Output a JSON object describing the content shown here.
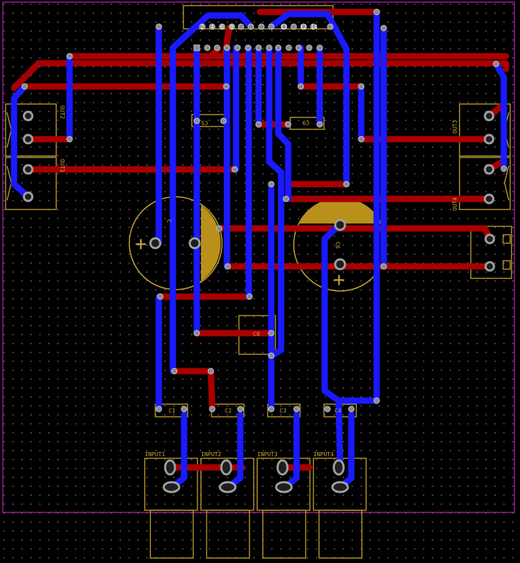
{
  "colors": {
    "background": "#000000",
    "grid_dot": "#6e6e6e",
    "board_outline": "#a01aa0",
    "top_copper": "#a80000",
    "bottom_copper": "#1a1aff",
    "silkscreen": "#c8a533",
    "pad": "#a0a0a0"
  },
  "header": {
    "pin_numbers": [
      "2",
      "4",
      "6",
      "8",
      "13",
      "12",
      "14"
    ]
  },
  "components": {
    "out1": "OUT1",
    "out2": "OUT2",
    "out3": "OUT3",
    "out4": "OUT4",
    "c5": "C5",
    "c9": "C9",
    "c6": "C6",
    "c8": "C8",
    "c1": "C1",
    "c2": "C2",
    "c3": "C3",
    "c4": "C4",
    "c_big": "C",
    "input1": "INPUT1",
    "input2": "INPUT2",
    "input3": "INPUT3",
    "input4": "INPUT4",
    "cap_plus": "+"
  }
}
